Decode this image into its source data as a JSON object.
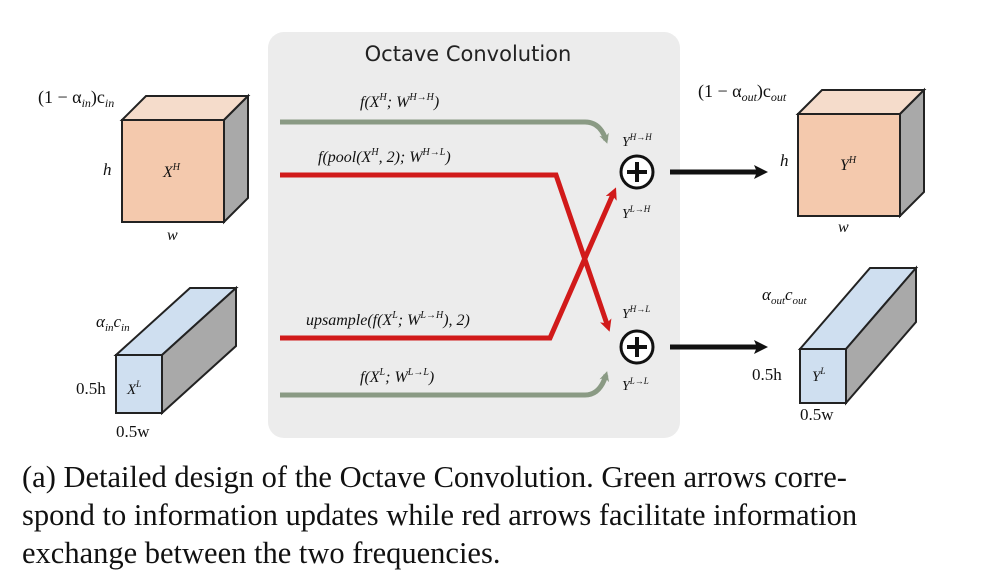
{
  "panel": {
    "title": "Octave Convolution"
  },
  "input": {
    "high_channels": "(1 − α",
    "high_channels_sub": "in",
    "high_channels_tail": ")c",
    "high_channels_tail_sub": "in",
    "high_height": "h",
    "high_width": "w",
    "high_tensor": "X",
    "high_tensor_sup": "H",
    "low_channels": "α",
    "low_channels_sub": "in",
    "low_channels_tail": "c",
    "low_channels_tail_sub": "in",
    "low_height": "0.5h",
    "low_width": "0.5w",
    "low_tensor": "X",
    "low_tensor_sup": "L"
  },
  "paths": {
    "hh": {
      "fn": "f(X",
      "sup1": "H",
      "mid": "; W",
      "sup2": "H→H",
      "end": ")"
    },
    "hl": {
      "fn": "f(pool(X",
      "sup1": "H",
      "mid": ", 2); W",
      "sup2": "H→L",
      "end": ")"
    },
    "lh": {
      "fn": "upsample(f(X",
      "sup1": "L",
      "mid": "; W",
      "sup2": "L→H",
      "end": "), 2)"
    },
    "ll": {
      "fn": "f(X",
      "sup1": "L",
      "mid": "; W",
      "sup2": "L→L",
      "end": ")"
    }
  },
  "sums": {
    "y_hh": {
      "base": "Y",
      "sup": "H→H"
    },
    "y_lh": {
      "base": "Y",
      "sup": "L→H"
    },
    "y_hl": {
      "base": "Y",
      "sup": "H→L"
    },
    "y_ll": {
      "base": "Y",
      "sup": "L→L"
    }
  },
  "output": {
    "high_channels": "(1 − α",
    "high_channels_sub": "out",
    "high_channels_tail": ")c",
    "high_channels_tail_sub": "out",
    "high_height": "h",
    "high_width": "w",
    "high_tensor": "Y",
    "high_tensor_sup": "H",
    "low_channels": "α",
    "low_channels_sub": "out",
    "low_channels_tail": "c",
    "low_channels_tail_sub": "out",
    "low_height": "0.5h",
    "low_width": "0.5w",
    "low_tensor": "Y",
    "low_tensor_sup": "L"
  },
  "caption": {
    "line1": "(a) Detailed design of the Octave Convolution.  Green arrows corre-",
    "line2": "spond to information updates while red arrows facilitate information",
    "line3": "exchange between the two frequencies."
  },
  "colors": {
    "panel_bg": "#ececec",
    "high_face": "#f4c9ad",
    "low_face": "#cfdff0",
    "side": "#a9a9a9",
    "green_arrow": "#8a9a84",
    "red_arrow": "#d11a1a",
    "black_arrow": "#111111"
  }
}
